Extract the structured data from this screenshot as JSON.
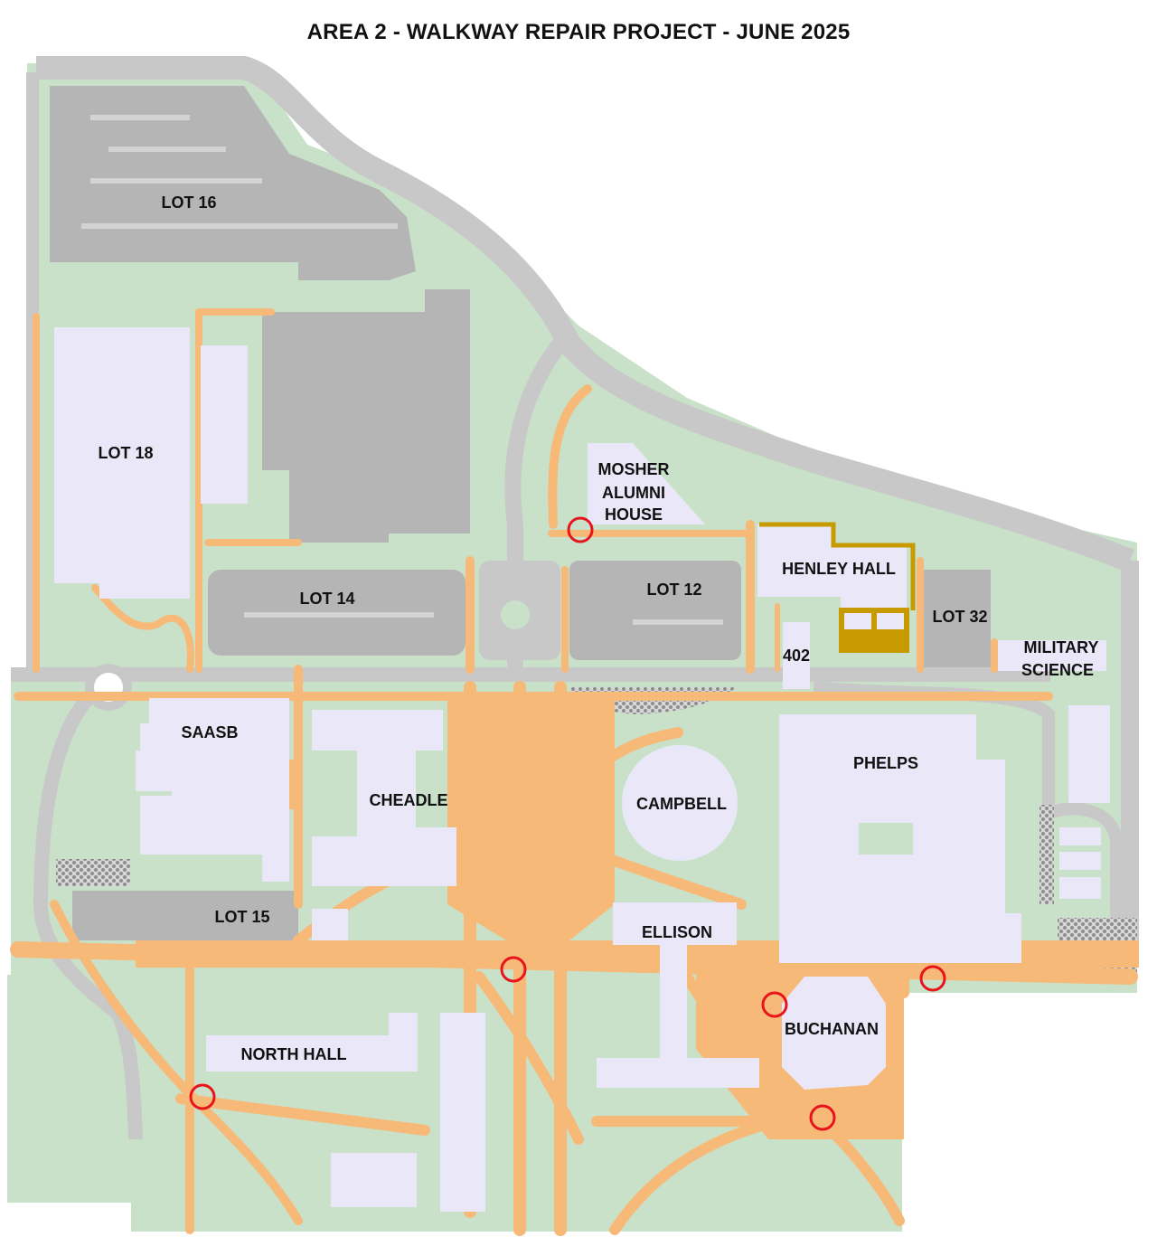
{
  "title": "AREA 2 - WALKWAY REPAIR PROJECT - JUNE 2025",
  "colors": {
    "grass": "#c9e1c9",
    "road": "#c8c8c8",
    "parking": "#b5b5b5",
    "building": "#eae8f8",
    "walkway": "#f7b977",
    "highlight": "#c79a00",
    "repair_marker": "#e8141c",
    "hatch": "#9a9a9a"
  },
  "labels": {
    "lot16": "LOT 16",
    "lot18": "LOT 18",
    "lot14": "LOT 14",
    "lot12": "LOT 12",
    "lot15": "LOT 15",
    "lot32": "LOT 32",
    "mosher1": "MOSHER",
    "mosher2": "ALUMNI",
    "mosher3": "HOUSE",
    "henley": "HENLEY HALL",
    "b402": "402",
    "military1": "MILITARY",
    "military2": "SCIENCE",
    "saasb": "SAASB",
    "cheadle": "CHEADLE",
    "campbell": "CAMPBELL",
    "phelps": "PHELPS",
    "ellison": "ELLISON",
    "buchanan": "BUCHANAN",
    "north_hall": "NORTH HALL"
  },
  "repair_markers": [
    {
      "near": "mosher-alumni-house"
    },
    {
      "near": "ellison-walkway"
    },
    {
      "near": "buchanan-north"
    },
    {
      "near": "phelps-south"
    },
    {
      "near": "north-hall-southwest"
    },
    {
      "near": "buchanan-south"
    }
  ]
}
